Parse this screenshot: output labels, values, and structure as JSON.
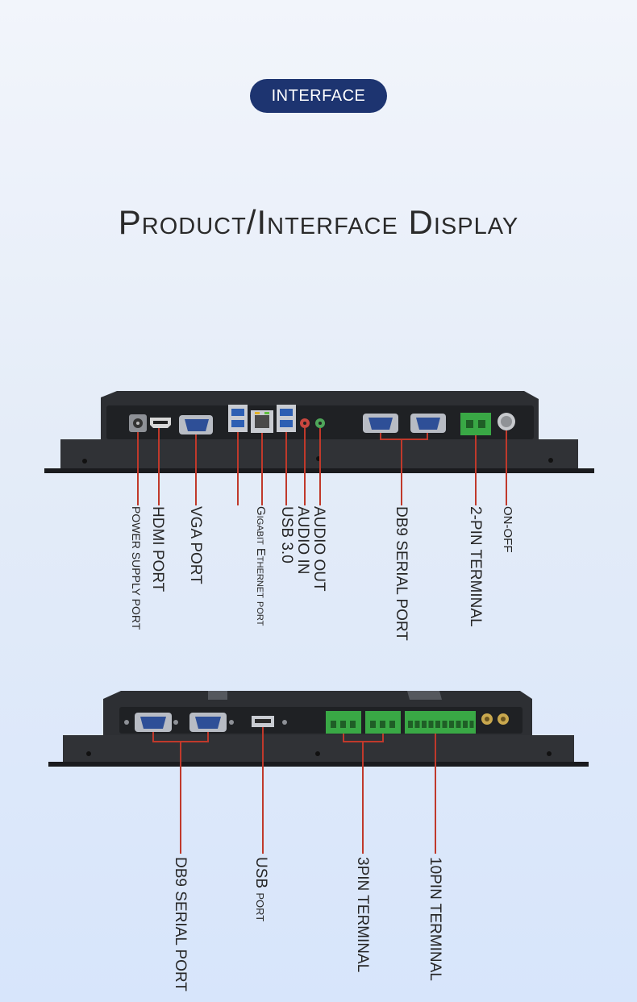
{
  "header": {
    "badge": "INTERFACE",
    "title": "Product/Interface Display"
  },
  "top_panel": {
    "labels": [
      {
        "id": "power",
        "text": "POWER SUPPLY PORT"
      },
      {
        "id": "hdmi",
        "text": "HDMI PORT"
      },
      {
        "id": "vga",
        "text": "VGA PORT"
      },
      {
        "id": "ethernet",
        "text": "Gigabit Ethernet port"
      },
      {
        "id": "usb3",
        "text": "USB 3.0"
      },
      {
        "id": "audio_in",
        "text": "AUDIO IN"
      },
      {
        "id": "audio_out",
        "text": "AUDIO OUT"
      },
      {
        "id": "db9",
        "text": "DB9 SERIAL PORT"
      },
      {
        "id": "twopin",
        "text": "2-PIN TERMINAL"
      },
      {
        "id": "onoff",
        "text": "ON-OFF"
      }
    ]
  },
  "bottom_panel": {
    "labels": [
      {
        "id": "db9",
        "text": "DB9 SERIAL PORT"
      },
      {
        "id": "usb",
        "text": "USB port"
      },
      {
        "id": "threepin",
        "text": "3PIN TERMINAL"
      },
      {
        "id": "tenpin",
        "text": "10PIN TERMINAL"
      }
    ]
  },
  "colors": {
    "badge_bg": "#1d3470",
    "leader_line": "#c0392b",
    "device_body": "#2b2d31",
    "connector_blue": "#2e4f97",
    "terminal_green": "#39a845"
  }
}
